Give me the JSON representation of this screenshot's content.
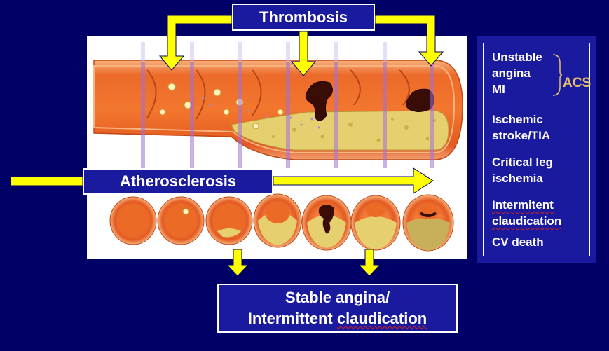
{
  "labels": {
    "thrombosis": "Thrombosis",
    "atherosclerosis": "Atherosclerosis",
    "stable_line1": "Stable angina/",
    "stable_line2_a": "Intermittent ",
    "stable_line2_b": "claudication"
  },
  "outcomes": {
    "acs_group": [
      "Unstable",
      "angina",
      "MI"
    ],
    "acs_label": "ACS",
    "ischemic": [
      "Ischemic",
      "stroke/TIA"
    ],
    "leg": [
      "Critical leg",
      "ischemia"
    ],
    "claudication": [
      "Intermitent",
      "claudication"
    ],
    "cv_death": "CV death"
  },
  "colors": {
    "background": "#000066",
    "box_fill": "#1a1a9e",
    "arrow": "#ffff00",
    "acs": "#e8c06a",
    "vessel": "#e8682a",
    "plaque": "#e8d27a"
  }
}
